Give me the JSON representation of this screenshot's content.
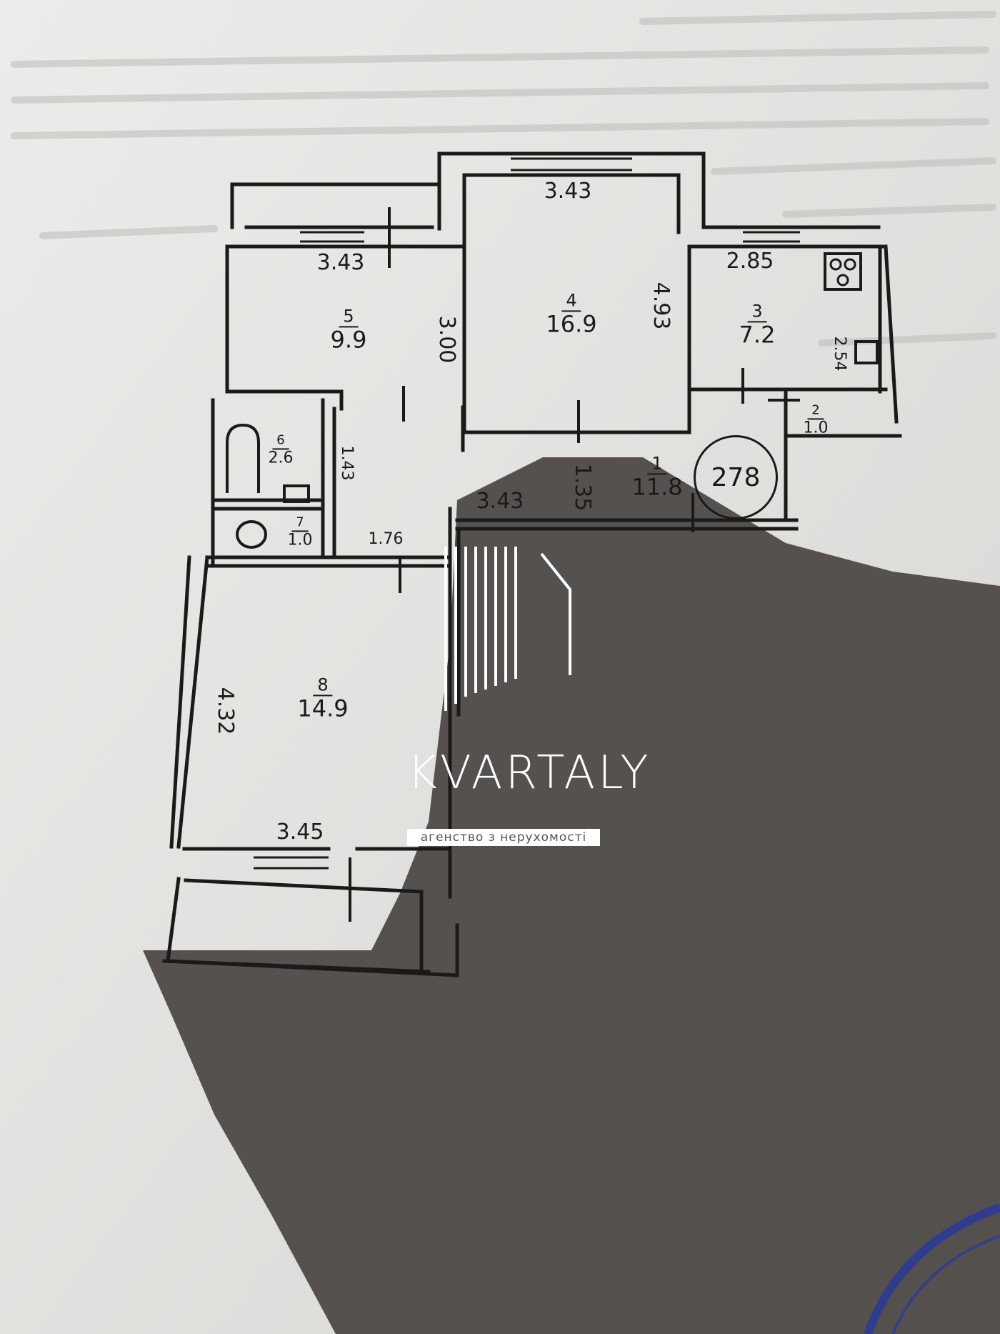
{
  "brand": {
    "name": "KVARTALY",
    "tagline": "агенство з нерухомості"
  },
  "total_area": "278",
  "rooms": [
    {
      "id": "r1",
      "number": "1",
      "area": "11.8"
    },
    {
      "id": "r3",
      "number": "3",
      "area": "7.2"
    },
    {
      "id": "r4",
      "number": "4",
      "area": "16.9"
    },
    {
      "id": "r5",
      "number": "5",
      "area": "9.9"
    },
    {
      "id": "r6",
      "number": "6",
      "area": "2.6"
    },
    {
      "id": "r7",
      "number": "7",
      "area": "1.0"
    },
    {
      "id": "r8",
      "number": "8",
      "area": "14.9"
    },
    {
      "id": "r2",
      "number": "2",
      "area": "1.0"
    }
  ],
  "dimensions": {
    "d1": "3.43",
    "d2": "3.43",
    "d3": "2.85",
    "d4": "3.00",
    "d5": "4.93",
    "d6": "2.54",
    "d7": "1.43",
    "d8": "1.35",
    "d9": "3.43",
    "d10": "1.76",
    "d11": "4.32",
    "d12": "3.45"
  },
  "colors": {
    "paper": "#e6e6e3",
    "shadow": "#4a4644",
    "ink": "#1a1a1a",
    "stamp": "#2a3a9a"
  }
}
